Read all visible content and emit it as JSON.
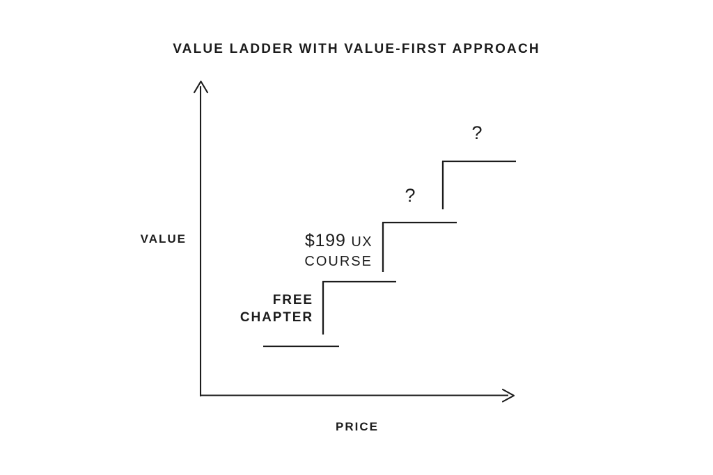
{
  "title": "VALUE LADDER WITH VALUE-FIRST APPROACH",
  "axes": {
    "y_label": "VALUE",
    "x_label": "PRICE"
  },
  "tiers": {
    "tier1": {
      "line1": "FREE",
      "line2": "CHAPTER"
    },
    "tier2": {
      "price": "$199",
      "product": "UX",
      "line2": "COURSE"
    },
    "tier3": {
      "label": "?"
    },
    "tier4": {
      "label": "?"
    }
  },
  "colors": {
    "ink": "#1c1c1c",
    "background": "#ffffff"
  },
  "chart_data": {
    "type": "line",
    "title": "VALUE LADDER WITH VALUE-FIRST APPROACH",
    "xlabel": "PRICE",
    "ylabel": "VALUE",
    "grid": false,
    "legend": null,
    "axis_style": "arrow",
    "xlim": [
      0,
      100
    ],
    "ylim": [
      0,
      100
    ],
    "categories": [
      "FREE CHAPTER",
      "$199 UX COURSE",
      "?",
      "?"
    ],
    "values": [
      1,
      2,
      3,
      4
    ],
    "series": [
      {
        "name": "Value ladder steps",
        "points": [
          {
            "label": "FREE CHAPTER",
            "price_text": "FREE",
            "x_start": 20,
            "x_end": 44,
            "y": 17
          },
          {
            "label": "$199 UX COURSE",
            "price_text": "$199",
            "x_start": 39,
            "x_end": 62,
            "y": 38
          },
          {
            "label": "?",
            "price_text": "?",
            "x_start": 58,
            "x_end": 82,
            "y": 57
          },
          {
            "label": "?",
            "price_text": "?",
            "x_start": 77,
            "x_end": 100,
            "y": 77
          }
        ]
      }
    ],
    "annotations": [
      {
        "text": "FREE CHAPTER",
        "tier": 1
      },
      {
        "text": "$199 UX COURSE",
        "tier": 2
      },
      {
        "text": "?",
        "tier": 3
      },
      {
        "text": "?",
        "tier": 4
      }
    ]
  }
}
